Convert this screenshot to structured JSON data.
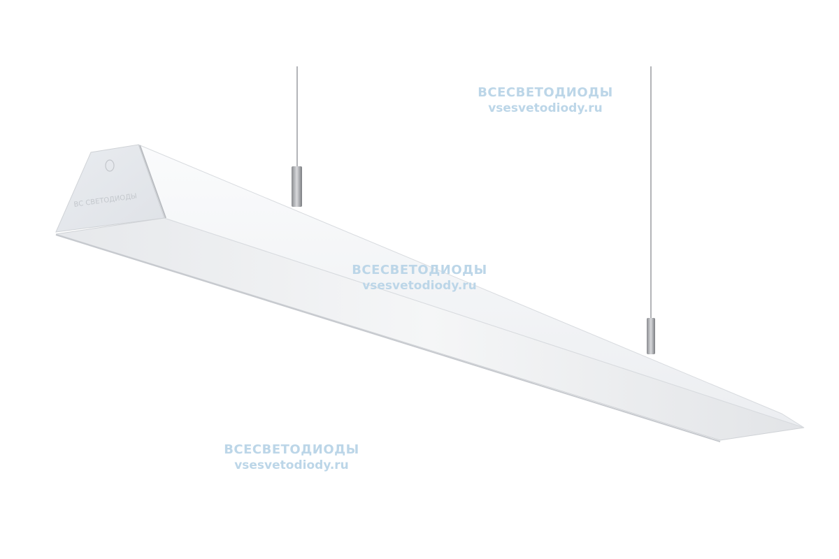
{
  "watermark": {
    "brand": "ВСЕСВЕТОДИОДЫ",
    "site": "vsesvetodiody.ru",
    "color": "#bcd6e8"
  },
  "product": {
    "type": "suspended linear LED luminaire",
    "body_color": "#f2f3f5",
    "endcap_emboss": "ВС СВЕТОДИОДЫ"
  }
}
